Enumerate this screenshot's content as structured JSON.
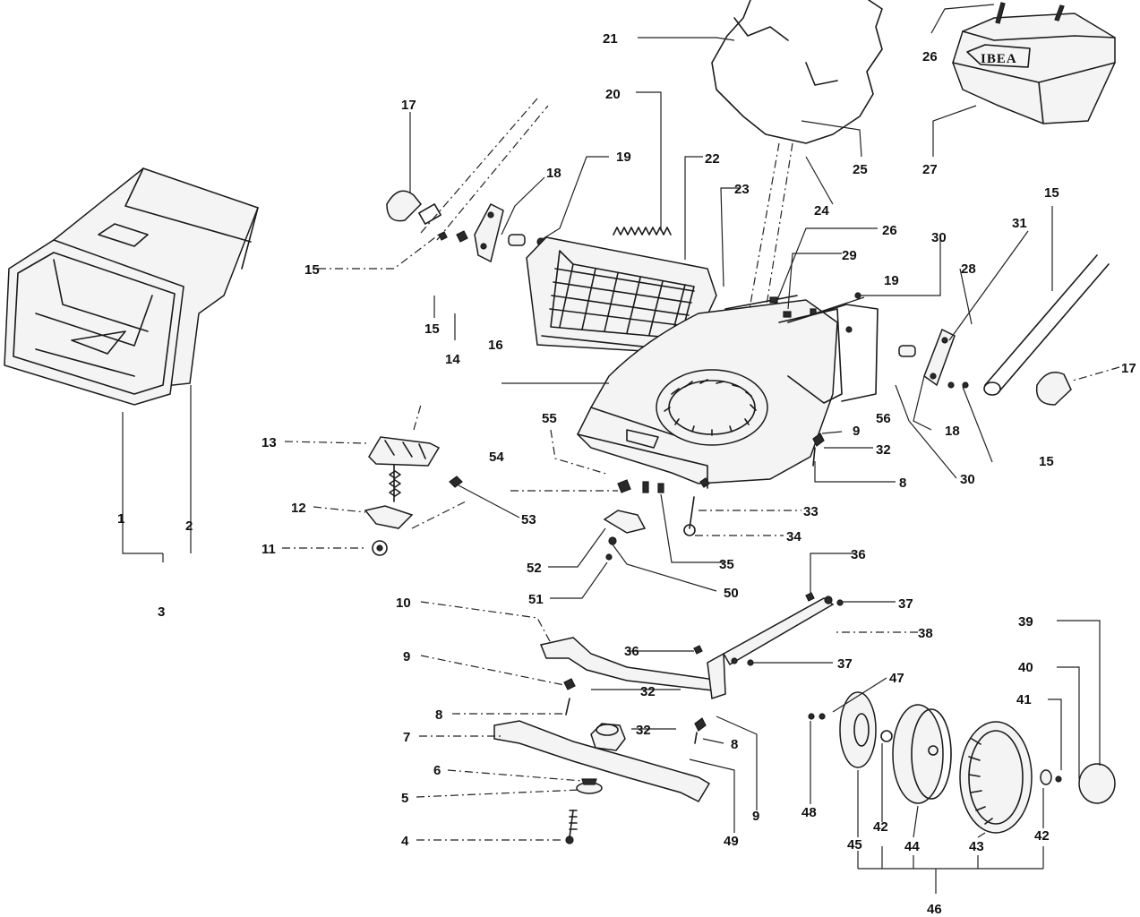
{
  "callouts": [
    {
      "id": "c1",
      "n": "1"
    },
    {
      "id": "c2",
      "n": "2"
    },
    {
      "id": "c3",
      "n": "3"
    },
    {
      "id": "c4",
      "n": "4"
    },
    {
      "id": "c5",
      "n": "5"
    },
    {
      "id": "c6",
      "n": "6"
    },
    {
      "id": "c7",
      "n": "7"
    },
    {
      "id": "c8a",
      "n": "8"
    },
    {
      "id": "c8b",
      "n": "8"
    },
    {
      "id": "c8c",
      "n": "8"
    },
    {
      "id": "c9a",
      "n": "9"
    },
    {
      "id": "c9b",
      "n": "9"
    },
    {
      "id": "c9c",
      "n": "9"
    },
    {
      "id": "c10",
      "n": "10"
    },
    {
      "id": "c11",
      "n": "11"
    },
    {
      "id": "c12",
      "n": "12"
    },
    {
      "id": "c13",
      "n": "13"
    },
    {
      "id": "c14",
      "n": "14"
    },
    {
      "id": "c15a",
      "n": "15"
    },
    {
      "id": "c15b",
      "n": "15"
    },
    {
      "id": "c15c",
      "n": "15"
    },
    {
      "id": "c15d",
      "n": "15"
    },
    {
      "id": "c16",
      "n": "16"
    },
    {
      "id": "c17a",
      "n": "17"
    },
    {
      "id": "c17b",
      "n": "17"
    },
    {
      "id": "c18a",
      "n": "18"
    },
    {
      "id": "c18b",
      "n": "18"
    },
    {
      "id": "c19a",
      "n": "19"
    },
    {
      "id": "c19b",
      "n": "19"
    },
    {
      "id": "c20",
      "n": "20"
    },
    {
      "id": "c21",
      "n": "21"
    },
    {
      "id": "c22",
      "n": "22"
    },
    {
      "id": "c23",
      "n": "23"
    },
    {
      "id": "c24",
      "n": "24"
    },
    {
      "id": "c25",
      "n": "25"
    },
    {
      "id": "c26a",
      "n": "26"
    },
    {
      "id": "c26b",
      "n": "26"
    },
    {
      "id": "c27",
      "n": "27"
    },
    {
      "id": "c28",
      "n": "28"
    },
    {
      "id": "c29",
      "n": "29"
    },
    {
      "id": "c30a",
      "n": "30"
    },
    {
      "id": "c30b",
      "n": "30"
    },
    {
      "id": "c31",
      "n": "31"
    },
    {
      "id": "c32a",
      "n": "32"
    },
    {
      "id": "c32b",
      "n": "32"
    },
    {
      "id": "c32c",
      "n": "32"
    },
    {
      "id": "c33",
      "n": "33"
    },
    {
      "id": "c34",
      "n": "34"
    },
    {
      "id": "c35",
      "n": "35"
    },
    {
      "id": "c36a",
      "n": "36"
    },
    {
      "id": "c36b",
      "n": "36"
    },
    {
      "id": "c37a",
      "n": "37"
    },
    {
      "id": "c37b",
      "n": "37"
    },
    {
      "id": "c38",
      "n": "38"
    },
    {
      "id": "c39",
      "n": "39"
    },
    {
      "id": "c40",
      "n": "40"
    },
    {
      "id": "c41",
      "n": "41"
    },
    {
      "id": "c42a",
      "n": "42"
    },
    {
      "id": "c42b",
      "n": "42"
    },
    {
      "id": "c43",
      "n": "43"
    },
    {
      "id": "c44",
      "n": "44"
    },
    {
      "id": "c45",
      "n": "45"
    },
    {
      "id": "c46",
      "n": "46"
    },
    {
      "id": "c47",
      "n": "47"
    },
    {
      "id": "c48",
      "n": "48"
    },
    {
      "id": "c49",
      "n": "49"
    },
    {
      "id": "c50",
      "n": "50"
    },
    {
      "id": "c51",
      "n": "51"
    },
    {
      "id": "c52",
      "n": "52"
    },
    {
      "id": "c53",
      "n": "53"
    },
    {
      "id": "c54",
      "n": "54"
    },
    {
      "id": "c55",
      "n": "55"
    },
    {
      "id": "c56",
      "n": "56"
    }
  ],
  "engine_cover_logo": "IBEA"
}
